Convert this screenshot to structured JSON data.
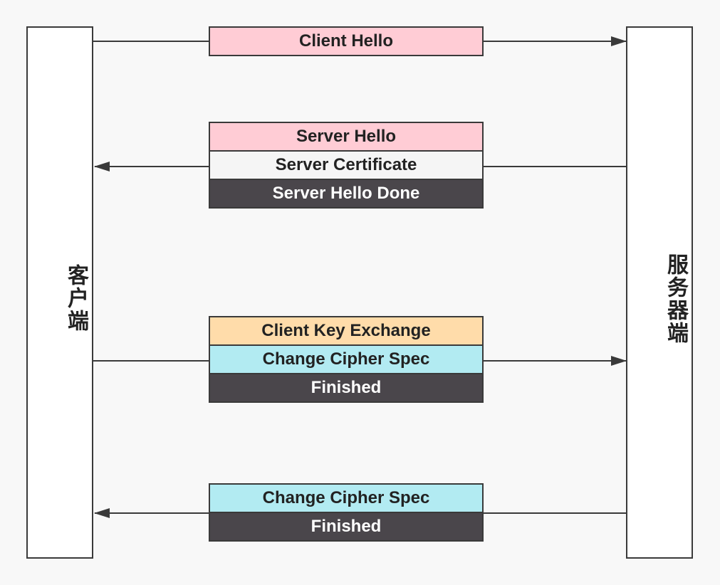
{
  "actors": {
    "client": "客户端",
    "server": "服务器端"
  },
  "messages": {
    "group1": [
      "Client Hello"
    ],
    "group2": [
      "Server Hello",
      "Server Certificate",
      "Server Hello Done"
    ],
    "group3": [
      "Client Key Exchange",
      "Change Cipher Spec",
      "Finished"
    ],
    "group4": [
      "Change Cipher Spec",
      "Finished"
    ]
  },
  "colors": {
    "pink": "#ffccd5",
    "white": "#f5f5f5",
    "dark": "#4a464b",
    "orange": "#ffdcaa",
    "cyan": "#b2ebf2",
    "line": "#3a3a3a",
    "background": "#f8f8f8"
  }
}
